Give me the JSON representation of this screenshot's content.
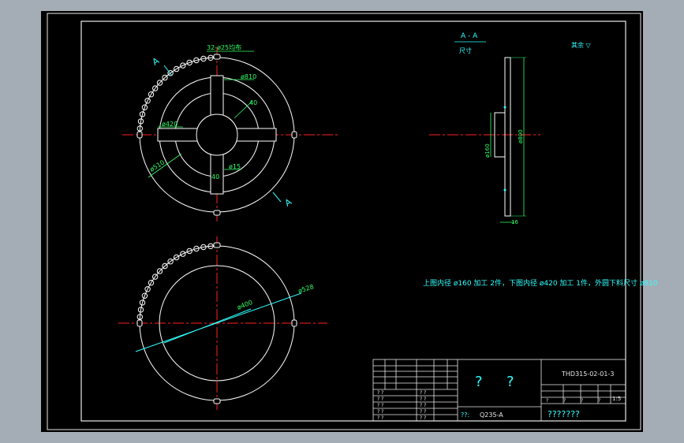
{
  "colors": {
    "viewport_background": "#a4acb6",
    "sheet_background": "#000000",
    "sheet_border": "#e8e8e8",
    "geometry": "#ffffff",
    "centerline": "#ff2020",
    "dimension_text": "#33ff66",
    "annotation_text": "#33ffff"
  },
  "view_a": {
    "section_mark_top": "A",
    "section_mark_bottom": "A",
    "dim_teeth": "32-ø25均布",
    "dim_r810": "ø810",
    "dim_40_top": "40",
    "dim_40_bottom": "40",
    "dim_420": "ø420",
    "dim_510": "ø510",
    "dim_15": "ø15"
  },
  "section_view": {
    "title": "A - A",
    "subtitle": "尺寸",
    "dim_160": "ø160",
    "dim_800": "ø800",
    "dim_16": "16"
  },
  "view_b": {
    "dim_528": "ø528",
    "dim_400": "ø400"
  },
  "notes": {
    "top_right": "其余 ▽",
    "machining_note": "上图内径 ø160 加工 2件，下图内径 ø420 加工 1件，外圆下料尺寸 ø810"
  },
  "title_block": {
    "big_q1": "?",
    "big_q2": "?",
    "drawing_no": "THD315-02-01-3",
    "material_label": "??:",
    "material": "Q235-A",
    "scale": "1:5",
    "company": "???????",
    "small_cells": [
      "? ?",
      "? ?",
      "? ?",
      "? ?",
      "? ?",
      "? ?"
    ],
    "mid_cells": [
      "? ?",
      "? ?",
      "? ?",
      "? ?",
      "? ?"
    ],
    "grid_marks": [
      "?",
      "?",
      "?",
      "?"
    ]
  }
}
